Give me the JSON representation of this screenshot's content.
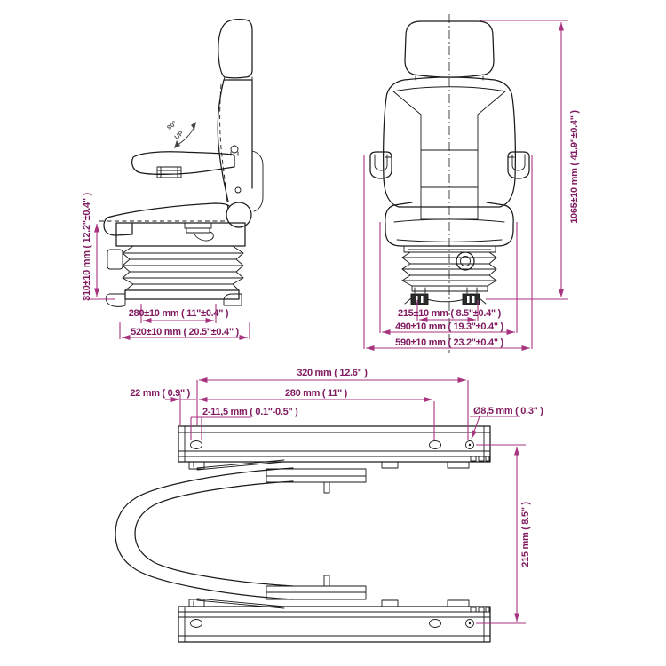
{
  "colors": {
    "drawing_line": "#1a1a1a",
    "dimension_line": "#a8337f",
    "dimension_text": "#7f1b60",
    "annotation_gray": "#555555",
    "background": "#ffffff"
  },
  "side_view": {
    "annotation": {
      "angle": "90°",
      "direction": "UP"
    },
    "dimensions": {
      "height": {
        "label": "310±10 mm ( 12.2\"±0.4\" )"
      },
      "mount_width": {
        "label": "280±10 mm ( 11\"±0.4\" )"
      },
      "depth": {
        "label": "520±10 mm ( 20.5\"±0.4\" )"
      }
    }
  },
  "front_view": {
    "dimensions": {
      "total_height": {
        "label": "1065±10 mm ( 41.9\"±0.4\" )"
      },
      "feet_width": {
        "label": "215±10 mm ( 8.5\"±0.4\" )"
      },
      "seat_width": {
        "label": "490±10 mm ( 19.3\"±0.4\" )"
      },
      "total_width": {
        "label": "590±10 mm ( 23.2\"±0.4\" )"
      }
    }
  },
  "rail_view": {
    "dimensions": {
      "hole_span": {
        "label": "320 mm ( 12.6\" )"
      },
      "end_offset": {
        "label": "22 mm ( 0.9\" )"
      },
      "hole_pitch": {
        "label": "280 mm ( 11\" )"
      },
      "slot_holes": {
        "label": "2-11,5 mm ( 0.1\"-0.5\" )"
      },
      "hole_diameter": {
        "label": "Ø8,5 mm ( 0.3\" )"
      },
      "rail_spacing": {
        "label": "215 mm ( 8.5\" )"
      }
    }
  }
}
